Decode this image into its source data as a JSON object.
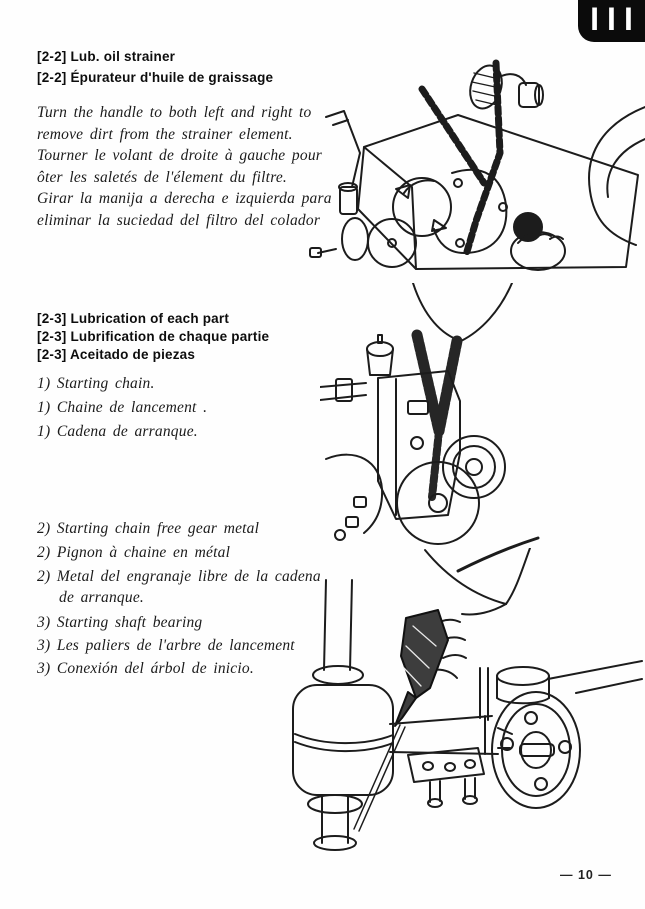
{
  "tab": {
    "label": "III"
  },
  "s22": {
    "title_en": "[2-2] Lub. oil strainer",
    "title_fr": "[2-2] Épurateur d'huile de graissage",
    "body": {
      "en1": "Turn the handle to both left and right to",
      "en2": "remove dirt from the strainer element.",
      "fr1": "Tourner le volant de droite à gauche pour",
      "fr2": "ôter les saletés de l'élement du filtre.",
      "es1": "Girar la manija a derecha e izquierda para",
      "es2": "eliminar la suciedad del filtro del colador"
    }
  },
  "s23": {
    "title_en": "[2-3] Lubrication of each part",
    "title_fr": "[2-3] Lubrification de chaque partie",
    "title_es": "[2-3] Aceitado de piezas",
    "item1_en": "1) Starting chain.",
    "item1_fr": "1) Chaine de lancement .",
    "item1_es": "1) Cadena de arranque.",
    "item2_en": "2) Starting chain free gear metal",
    "item2_fr": "2) Pignon à chaine en métal",
    "item2_es_line1": "2) Metal del engranaje libre de la cadena",
    "item2_es_line2": "de arranque.",
    "item3_en": "3) Starting shaft bearing",
    "item3_fr": "3) Les paliers de l'arbre de lancement",
    "item3_es": "3) Conexión del árbol de inicio."
  },
  "footer": {
    "page_number": "— 10 —"
  },
  "colors": {
    "paper": "#fefefe",
    "ink": "#1c1c1c",
    "tab_bg": "#0b0b0b"
  }
}
